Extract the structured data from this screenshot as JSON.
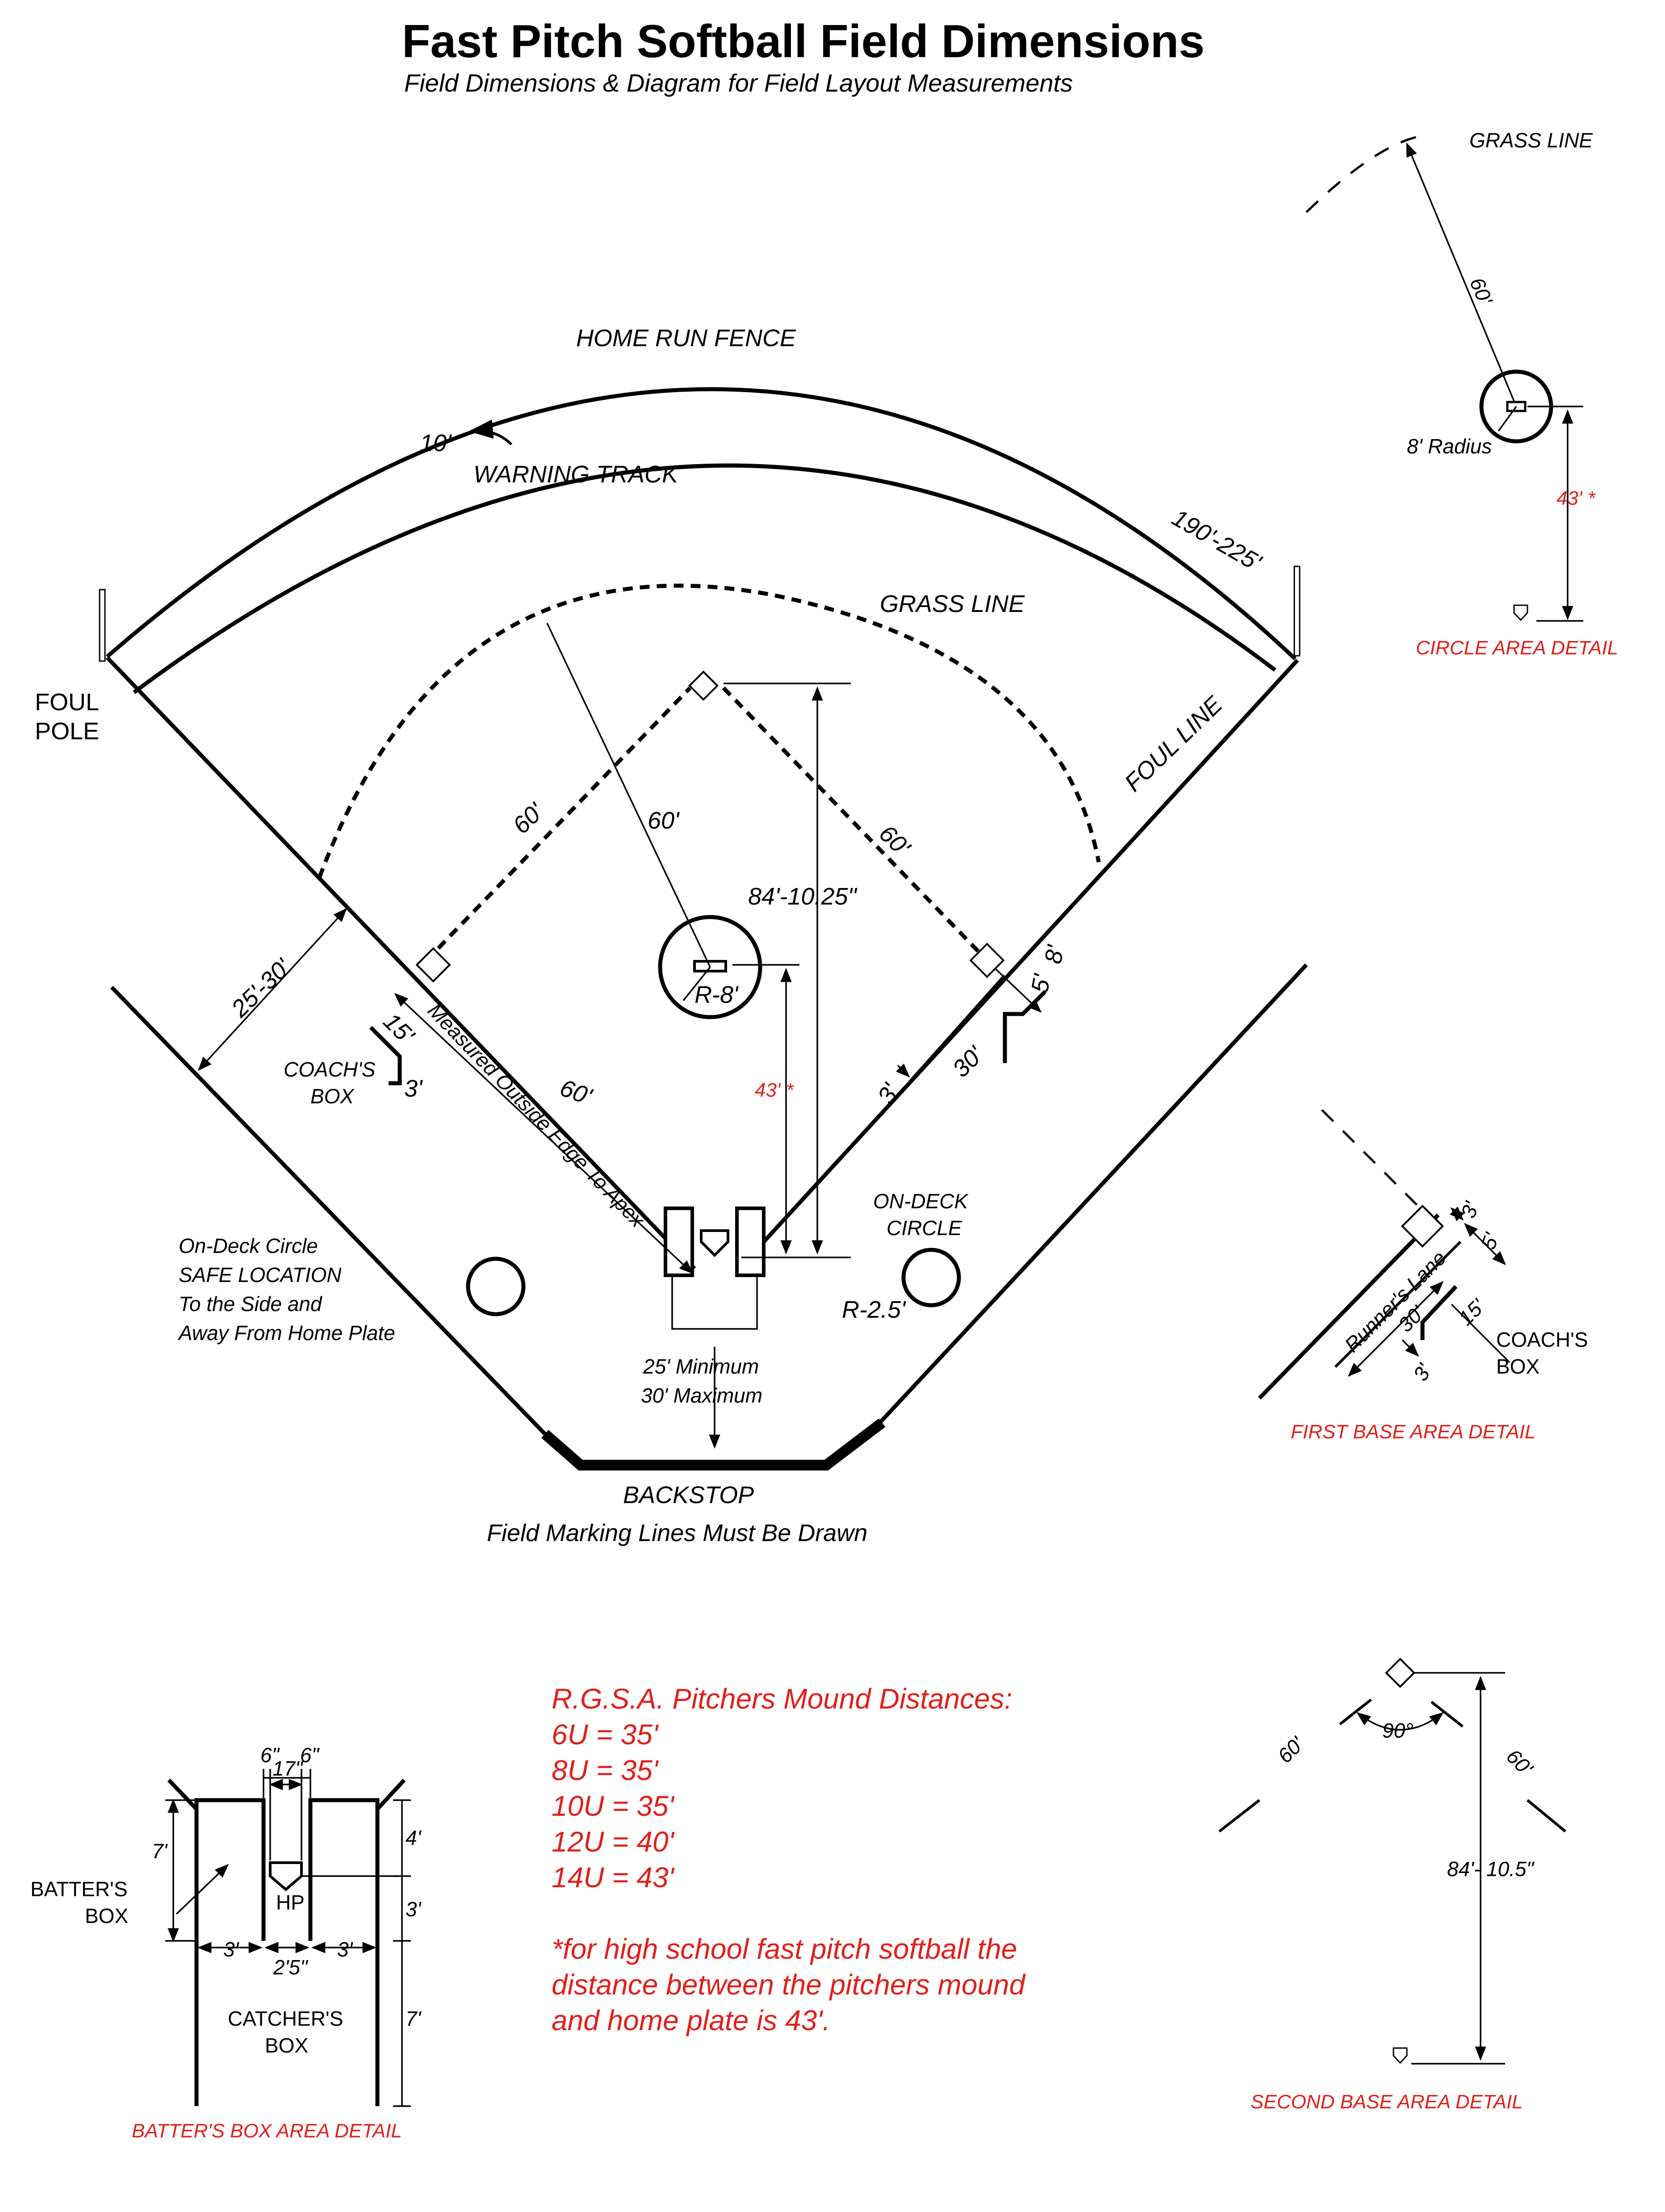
{
  "header": {
    "title": "Fast Pitch Softball Field Dimensions",
    "subtitle": "Field Dimensions & Diagram for Field Layout Measurements"
  },
  "field": {
    "home_run_fence": "HOME RUN FENCE",
    "warning_track": "WARNING TRACK",
    "warning_track_width": "10'",
    "fence_distance": "190'-225'",
    "grass_line": "GRASS LINE",
    "foul_pole_line1": "FOUL",
    "foul_pole_line2": "POLE",
    "foul_line": "FOUL LINE",
    "base_path_left": "60'",
    "base_path_right": "60'",
    "base_path_home_first": "60'",
    "mound_to_grass": "60'",
    "home_to_second": "84'-10.25\"",
    "mound_radius": "R-8'",
    "mound_distance": "43' *",
    "sideline_distance": "25'-30'",
    "coach_box_offset": "15'",
    "coach_box_depth": "3'",
    "coach_box_line1": "COACH'S",
    "coach_box_line2": "BOX",
    "measured_note": "Measured Outside Edge To Apex",
    "runner_lane_top": "8'",
    "runner_lane_gap": "5'",
    "runner_lane_length": "30'",
    "runner_lane_width": "3'",
    "on_deck_line1": "ON-DECK",
    "on_deck_line2": "CIRCLE",
    "on_deck_radius": "R-2.5'",
    "safe_line1": "On-Deck Circle",
    "safe_line2": "SAFE LOCATION",
    "safe_line3": "To the Side and",
    "safe_line4": "Away From Home Plate",
    "backstop_min": "25' Minimum",
    "backstop_max": "30' Maximum",
    "backstop": "BACKSTOP",
    "marking_note": "Field Marking Lines Must Be Drawn"
  },
  "circle_detail": {
    "grass_line": "GRASS LINE",
    "distance": "60'",
    "radius": "8' Radius",
    "mound_distance": "43' *",
    "caption": "CIRCLE AREA DETAIL"
  },
  "first_base_detail": {
    "top_width": "3'",
    "gap": "5'",
    "runners_lane": "Runner's Lane",
    "lane_length": "30'",
    "coach_offset": "15'",
    "coach_width": "3'",
    "coach_line1": "COACH'S",
    "coach_line2": "BOX",
    "caption": "FIRST BASE AREA DETAIL"
  },
  "second_base_detail": {
    "left_distance": "60'",
    "right_distance": "60'",
    "angle": "90°",
    "home_to_second": "84'- 10.5\"",
    "caption": "SECOND BASE AREA DETAIL"
  },
  "batters_box_detail": {
    "gap_left": "6\"",
    "gap_right": "6\"",
    "plate_width": "17\"",
    "length": "7'",
    "front": "4'",
    "back": "3'",
    "catcher_length": "7'",
    "box_width_left": "3'",
    "box_width_right": "3'",
    "catcher_width": "2'5\"",
    "home_plate": "HP",
    "batters_line1": "BATTER'S",
    "batters_line2": "BOX",
    "catchers_line1": "CATCHER'S",
    "catchers_line2": "BOX",
    "caption": "BATTER'S BOX AREA DETAIL"
  },
  "mound_distances": {
    "heading": "R.G.S.A. Pitchers Mound Distances:",
    "rows": [
      "6U   = 35'",
      "8U   = 35'",
      "10U = 35'",
      "12U = 40'",
      "14U = 43'"
    ],
    "note_line1": "*for high school fast pitch softball the",
    "note_line2": "distance between the pitchers mound",
    "note_line3": "and home plate is 43'."
  },
  "colors": {
    "accent_red": "#e0201b",
    "ink": "#000000"
  }
}
